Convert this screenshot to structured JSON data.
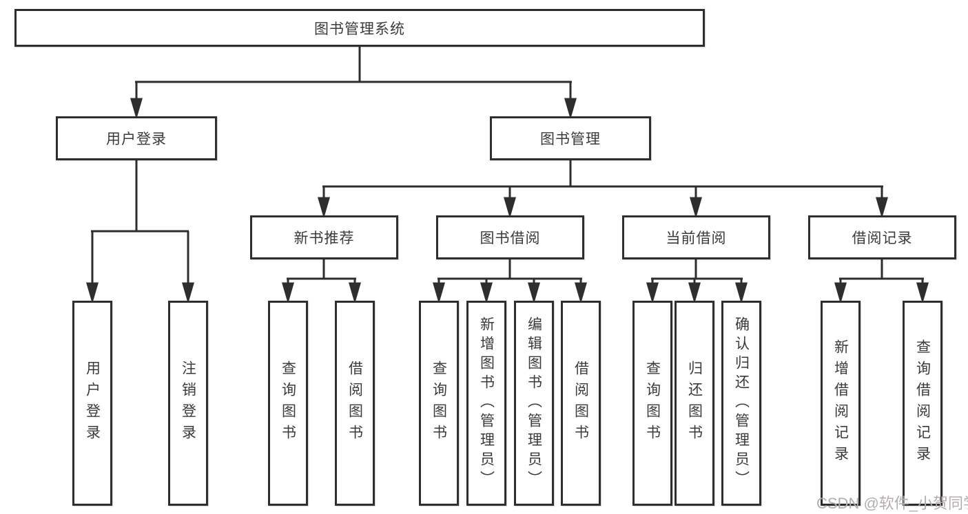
{
  "diagram": {
    "title": "图书管理系统",
    "level2": [
      {
        "label": "用户登录"
      },
      {
        "label": "图书管理"
      }
    ],
    "level3": [
      {
        "label": "新书推荐"
      },
      {
        "label": "图书借阅"
      },
      {
        "label": "当前借阅"
      },
      {
        "label": "借阅记录"
      }
    ],
    "leaves": [
      {
        "label": "用户登录",
        "parent": "用户登录"
      },
      {
        "label": "注销登录",
        "parent": "用户登录"
      },
      {
        "label": "查询图书",
        "parent": "新书推荐"
      },
      {
        "label": "借阅图书",
        "parent": "新书推荐"
      },
      {
        "label": "查询图书",
        "parent": "图书借阅"
      },
      {
        "label": "新增图书（管理员）",
        "parent": "图书借阅"
      },
      {
        "label": "编辑图书（管理员）",
        "parent": "图书借阅"
      },
      {
        "label": "借阅图书",
        "parent": "图书借阅"
      },
      {
        "label": "查询图书",
        "parent": "当前借阅"
      },
      {
        "label": "归还图书",
        "parent": "当前借阅"
      },
      {
        "label": "确认归还（管理员）",
        "parent": "当前借阅"
      },
      {
        "label": "新增借阅记录",
        "parent": "借阅记录"
      },
      {
        "label": "查询借阅记录",
        "parent": "借阅记录"
      }
    ]
  },
  "watermark": "CSDN @软件_小贺同学",
  "colors": {
    "line": "#2e2e2e",
    "box_border": "#2e2e2e",
    "text": "#3a3a3a",
    "watermark": "#b3adad",
    "background": "#ffffff"
  }
}
